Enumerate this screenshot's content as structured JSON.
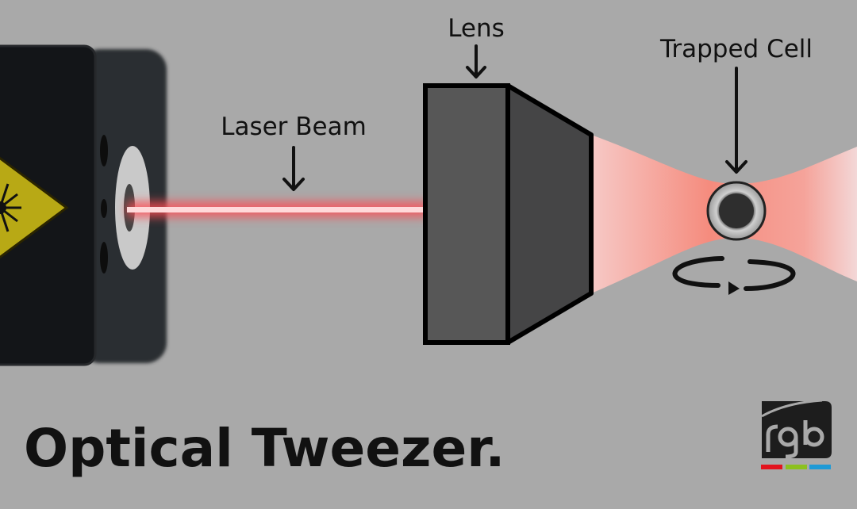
{
  "labels": {
    "lens": "Lens",
    "laser_beam": "Laser Beam",
    "trapped_cell": "Trapped Cell"
  },
  "title": "Optical Tweezer.",
  "logo": {
    "text": "rgb",
    "bars": [
      "#e3141e",
      "#8cc11f",
      "#1e9ad6"
    ]
  },
  "colors": {
    "background": "#a9a9a9",
    "beam": "#ff5a5a",
    "lens_front": "#575757",
    "lens_side": "#454545"
  }
}
